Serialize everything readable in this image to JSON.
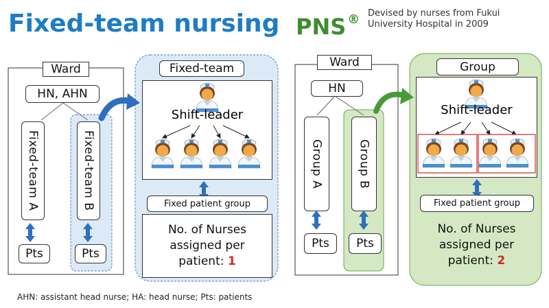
{
  "left": {
    "title": "Fixed-team nursing",
    "ward_label": "Ward",
    "head_label": "HN, AHN",
    "team_a": "Fixed-team A",
    "team_b": "Fixed-team B",
    "pts_a": "Pts",
    "pts_b": "Pts",
    "panel_label": "Fixed-team",
    "shift_leader": "Shift-leader",
    "patient_group": "Fixed patient group",
    "nurses_line1": "No. of Nurses",
    "nurses_line2": "assigned per",
    "nurses_line3": "patient:",
    "nurses_value": "1"
  },
  "right": {
    "title": "PNS",
    "registered_mark": "®",
    "devised_line1": "Devised by nurses from Fukui",
    "devised_line2": "University Hospital in 2009",
    "ward_label": "Ward",
    "head_label": "HN",
    "group_a": "Group A",
    "group_b": "Group B",
    "pts_a": "Pts",
    "pts_b": "Pts",
    "panel_label": "Group",
    "shift_leader": "Shift-leader",
    "patient_group": "Fixed patient group",
    "nurses_line1": "No. of Nurses",
    "nurses_line2": "assigned per",
    "nurses_line3": "patient:",
    "nurses_value": "2"
  },
  "footnote": "AHN: assistant head nurse; HA: head nurse; Pts: patients",
  "colors": {
    "blue_title": "#1f7cc4",
    "green_title": "#3e8e2e",
    "blue_fill": "#dce9f6",
    "green_fill": "#d4e8c4",
    "arrow_blue": "#2e6fbf",
    "highlight_red": "#d7261e"
  },
  "icons": [
    "nurse-icon",
    "double-arrow-icon",
    "curved-arrow-icon"
  ]
}
